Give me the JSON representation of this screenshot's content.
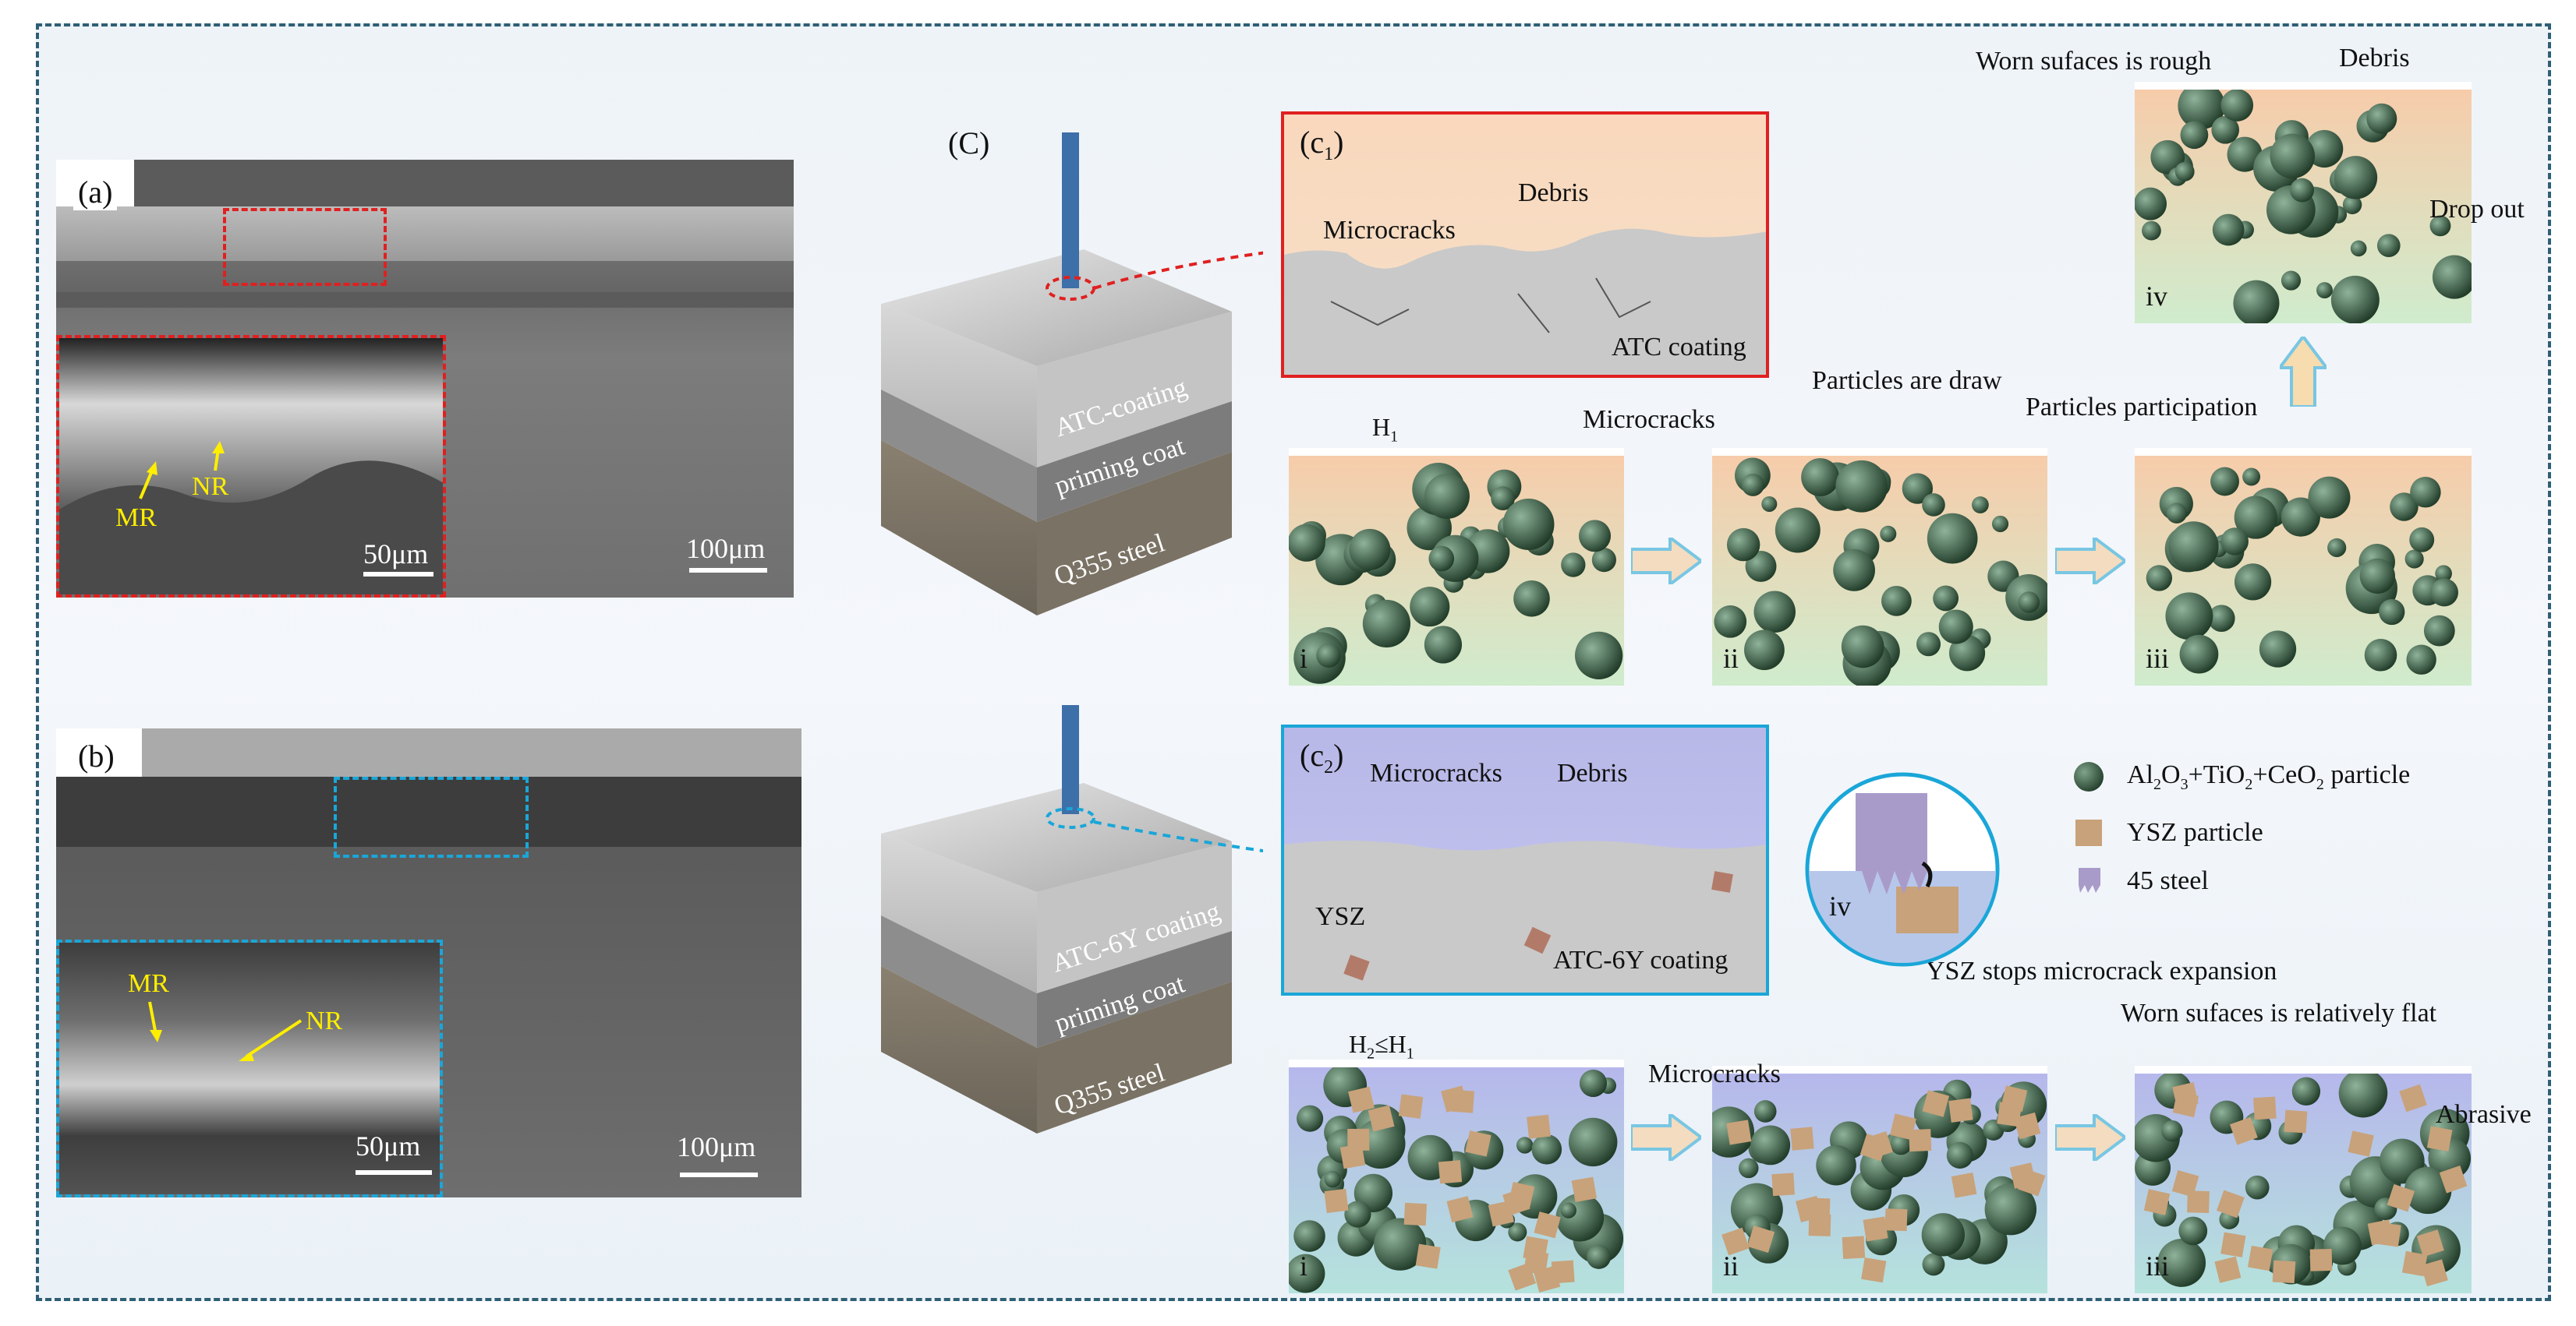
{
  "sem_a": {
    "label": "(a)",
    "inset_labels": {
      "mr": "MR",
      "nr": "NR"
    },
    "inset_scale": "50μm",
    "scale": "100μm"
  },
  "sem_b": {
    "label": "(b)",
    "inset_labels": {
      "mr": "MR",
      "nr": "NR"
    },
    "inset_scale": "50μm",
    "scale": "100μm"
  },
  "schematic_label": "(C)",
  "block_top": {
    "layers": [
      "ATC-coating",
      "priming coat",
      "Q355 steel"
    ]
  },
  "block_bottom": {
    "layers": [
      "ATC-6Y coating",
      "priming coat",
      "Q355 steel"
    ]
  },
  "c1": {
    "label": "(c1)",
    "label_main": "(c",
    "label_sub": "1",
    "microcracks": "Microcracks",
    "debris": "Debris",
    "coating": "ATC coating"
  },
  "c2": {
    "label": "(c2)",
    "label_main": "(c",
    "label_sub": "2",
    "microcracks": "Microcracks",
    "debris": "Debris",
    "ysz": "YSZ",
    "coating": "ATC-6Y coating"
  },
  "top_stages": {
    "h_label_main": "H",
    "h_label_sub": "1",
    "stage_labels": [
      "i",
      "ii",
      "iii",
      "iv"
    ],
    "microcracks": "Microcracks",
    "particles_draw": "Particles are draw",
    "particles_participation": "Particles participation",
    "worn_rough": "Worn sufaces is rough",
    "debris": "Debris",
    "drop_out": "Drop out"
  },
  "bottom_stages": {
    "h_label": "H2≤H1",
    "h2_main": "H",
    "h2_sub": "2",
    "le": "≤",
    "h1_main": "H",
    "h1_sub": "1",
    "stage_labels": [
      "i",
      "ii",
      "iii",
      "iv"
    ],
    "microcracks": "Microcracks",
    "ysz_stops": "YSZ stops microcrack expansion",
    "worn_flat": "Worn sufaces is relatively flat",
    "abrasive": "Abrasive"
  },
  "legend": {
    "items": [
      {
        "label": "Al2O3+TiO2+CeO2 particle",
        "icon": "green-sphere-icon"
      },
      {
        "label": "YSZ particle",
        "icon": "tan-square-icon"
      },
      {
        "label": "45 steel",
        "icon": "purple-steel-icon"
      }
    ],
    "item0_parts": [
      "Al",
      "2",
      "O",
      "3",
      "+TiO",
      "2",
      "+CeO",
      "2",
      " particle"
    ]
  },
  "colors": {
    "frame_border": "#2e5f74",
    "red_box": "#e02020",
    "cyan_box": "#1aa6d8",
    "sphere": "#2f5a3a",
    "ysz": "#c8a27a",
    "steel": "#a99bc9",
    "arrow": "#9fd3ea",
    "sem_label": "#ffee00"
  }
}
